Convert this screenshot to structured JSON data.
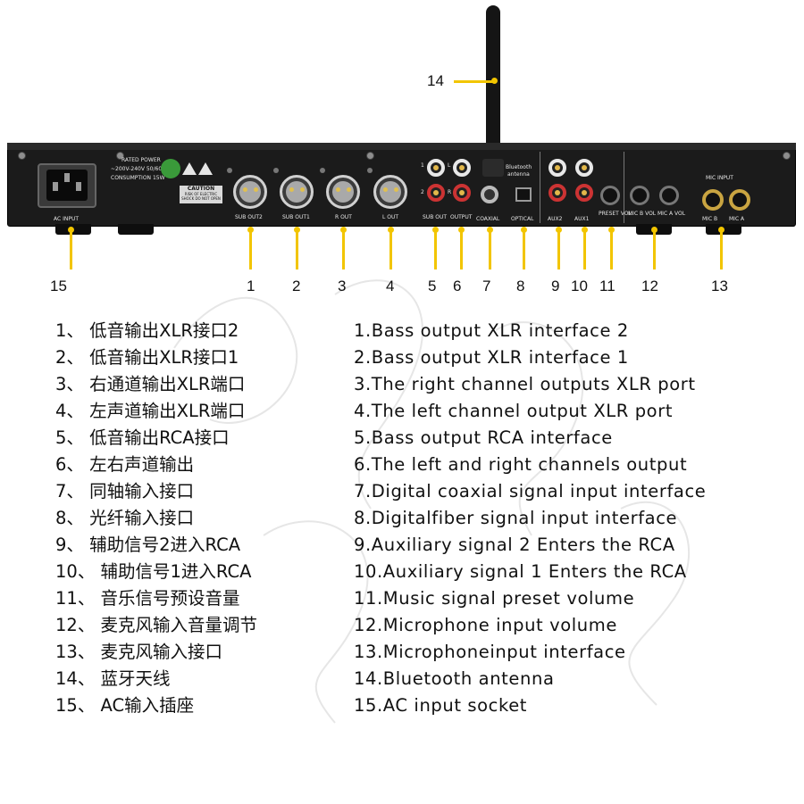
{
  "device": {
    "labels": {
      "ac_input": "AC INPUT",
      "rating": [
        "RATED POWER",
        "~200V-240V 50/60Hz",
        "CONSUMPTION 15W"
      ],
      "caution_title": "CAUTION",
      "caution_text": "RISK OF ELECTRIC SHOCK DO NOT OPEN",
      "sub_out2": "SUB OUT2",
      "sub_out1": "SUB OUT1",
      "r_out": "R OUT",
      "l_out": "L OUT",
      "sub_out": "SUB OUT",
      "output": "OUTPUT",
      "bluetooth": "Bluetooth",
      "antenna": "antenna",
      "coaxial": "COAXIAL",
      "optical": "OPTICAL",
      "aux2": "AUX2",
      "aux1": "AUX1",
      "preset_vol": "PRESET VOL",
      "mic_b_vol": "MIC B VOL",
      "mic_a_vol": "MIC A VOL",
      "mic_input": "MIC INPUT",
      "mic_b": "MIC B",
      "mic_a": "MIC A",
      "L": "L",
      "R": "R",
      "one": "1",
      "two": "2"
    },
    "colors": {
      "body": "#1b1b1b",
      "leader": "#f2c500",
      "rca_red": "#cc3333"
    }
  },
  "callouts": {
    "n1": "1",
    "n2": "2",
    "n3": "3",
    "n4": "4",
    "n5": "5",
    "n6": "6",
    "n7": "7",
    "n8": "8",
    "n9": "9",
    "n10": "10",
    "n11": "11",
    "n12": "12",
    "n13": "13",
    "n14": "14",
    "n15": "15"
  },
  "legend_zh": [
    "1、 低音输出XLR接口2",
    "2、 低音输出XLR接口1",
    "3、 右通道输出XLR端口",
    "4、 左声道输出XLR端口",
    "5、 低音输出RCA接口",
    "6、 左右声道输出",
    "7、 同轴输入接口",
    "8、 光纤输入接口",
    "9、 辅助信号2进入RCA",
    "10、 辅助信号1进入RCA",
    "11、 音乐信号预设音量",
    "12、 麦克风输入音量调节",
    "13、 麦克风输入接口",
    "14、 蓝牙天线",
    "15、 AC输入插座"
  ],
  "legend_en": [
    "1.Bass output XLR interface 2",
    "2.Bass output XLR interface 1",
    "3.The right channel outputs XLR port",
    "4.The left channel output XLR port",
    "5.Bass output RCA interface",
    "6.The left and right channels output",
    "7.Digital coaxial signal input interface",
    "8.Digitalfiber signal input interface",
    "9.Auxiliary signal 2 Enters the RCA",
    "10.Auxiliary signal 1 Enters the RCA",
    "11.Music signal preset volume",
    "12.Microphone input volume",
    "13.Microphoneinput interface",
    "14.Bluetooth antenna",
    "15.AC input socket"
  ]
}
